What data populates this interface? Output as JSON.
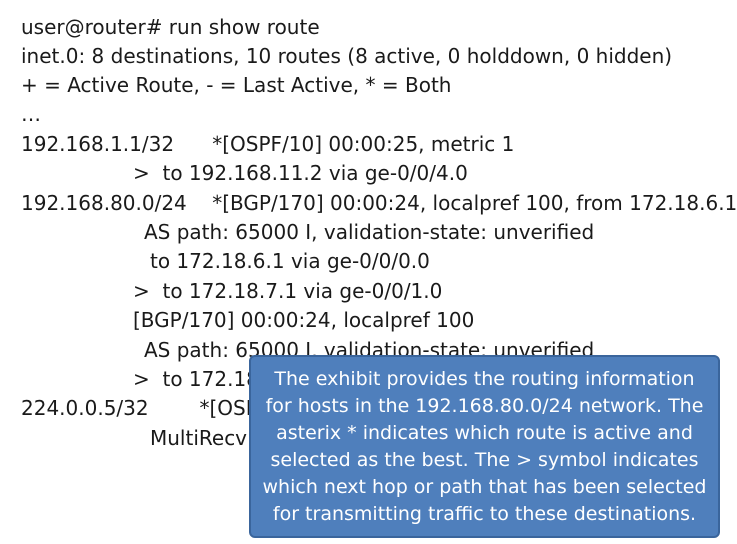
{
  "terminal": {
    "lines": [
      "user@router# run show route",
      "inet.0: 8 destinations, 10 routes (8 active, 0 holddown, 0 hidden)",
      "+ = Active Route, - = Last Active, * = Both",
      "…",
      "192.168.1.1/32      *[OSPF/10] 00:00:25, metric 1",
      ">  to 192.168.11.2 via ge-0/0/4.0",
      "192.168.80.0/24    *[BGP/170] 00:00:24, localpref 100, from 172.18.6.1",
      "AS path: 65000 I, validation-state: unverified",
      "to 172.18.6.1 via ge-0/0/0.0",
      ">  to 172.18.7.1 via ge-0/0/1.0",
      "[BGP/170] 00:00:24, localpref 100",
      "AS path: 65000 I, validation-state: unverified",
      ">  to 172.18",
      "224.0.0.5/32        *[OSPF",
      "MultiRecv"
    ]
  },
  "callout": {
    "text": "The exhibit provides the routing information for hosts in the 192.168.80.0/24 network. The asterix * indicates which route is active and selected as the best. The > symbol indicates which next hop or path that has been selected for transmitting traffic to these destinations."
  },
  "colors": {
    "background": "#ffffff",
    "text": "#1a1a1a",
    "callout_fill": "#4f7fbc",
    "callout_border": "#3a659c",
    "callout_text": "#ffffff"
  }
}
